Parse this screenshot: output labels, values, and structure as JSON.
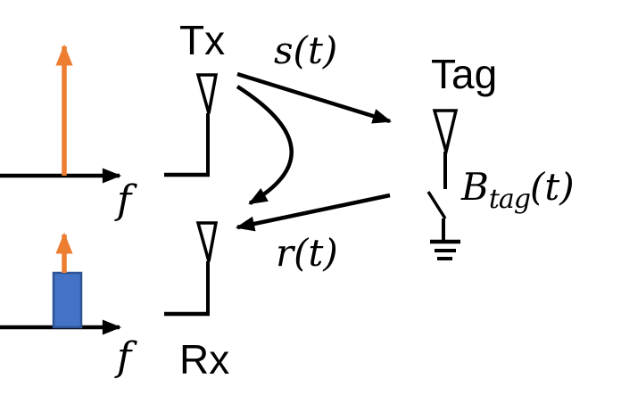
{
  "colors": {
    "black": "#000000",
    "orange": "#ED7D31",
    "blue_fill": "#4472C4",
    "blue_border": "#2F5496"
  },
  "nodes": {
    "transmitter": {
      "label": "Tx"
    },
    "receiver": {
      "label": "Rx"
    },
    "tag": {
      "label": "Tag"
    }
  },
  "signals": {
    "transmit": {
      "label": "s(t)"
    },
    "receive": {
      "label": "r(t)"
    },
    "backscatter": {
      "base": "B",
      "sub": "tag",
      "suffix": "(t)"
    }
  },
  "spectra": {
    "tx_spectrum": {
      "axis_label": "f",
      "content": "carrier-impulse"
    },
    "rx_spectrum": {
      "axis_label": "f",
      "content": "carrier-impulse-plus-modulated-band"
    }
  }
}
